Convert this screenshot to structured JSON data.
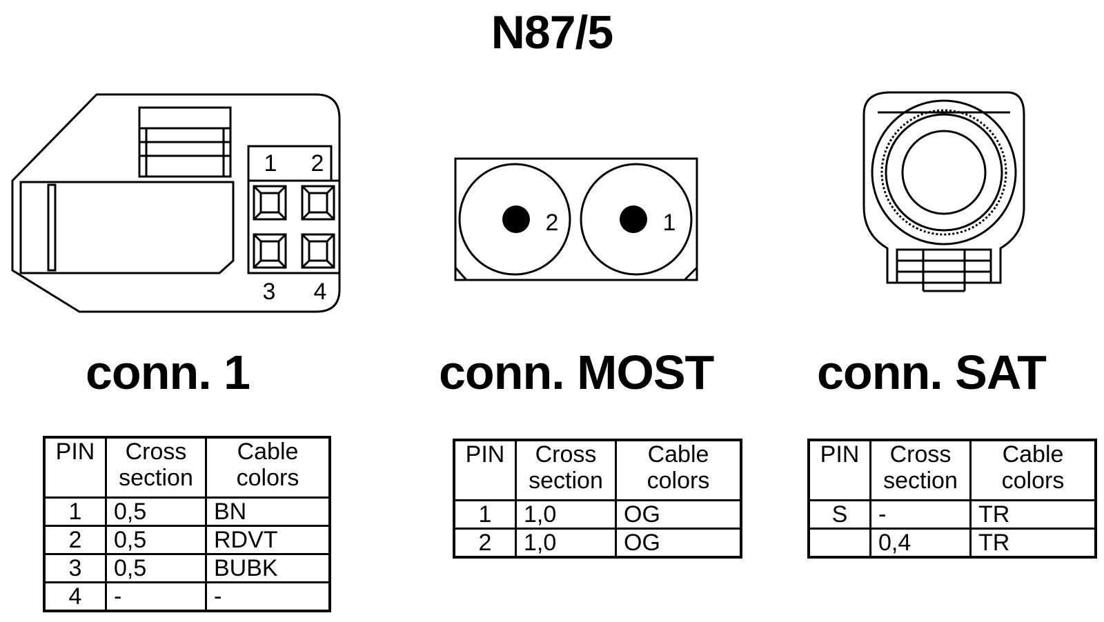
{
  "title": "N87/5",
  "connectors": [
    {
      "label": "conn. 1",
      "pin_numbers": [
        "1",
        "2",
        "3",
        "4"
      ],
      "table": {
        "headers": [
          "PIN",
          "Cross section",
          "Cable colors"
        ],
        "rows": [
          [
            "1",
            "0,5",
            "BN"
          ],
          [
            "2",
            "0,5",
            "RDVT"
          ],
          [
            "3",
            "0,5",
            "BUBK"
          ],
          [
            "4",
            "-",
            "-"
          ]
        ]
      }
    },
    {
      "label": "conn. MOST",
      "pin_numbers": [
        "2",
        "1"
      ],
      "table": {
        "headers": [
          "PIN",
          "Cross section",
          "Cable colors"
        ],
        "rows": [
          [
            "1",
            "1,0",
            "OG"
          ],
          [
            "2",
            "1,0",
            "OG"
          ]
        ]
      }
    },
    {
      "label": "conn. SAT",
      "table": {
        "headers": [
          "PIN",
          "Cross section",
          "Cable colors"
        ],
        "rows": [
          [
            "S",
            "-",
            "TR"
          ],
          [
            "",
            "0,4",
            "TR"
          ]
        ]
      }
    }
  ]
}
